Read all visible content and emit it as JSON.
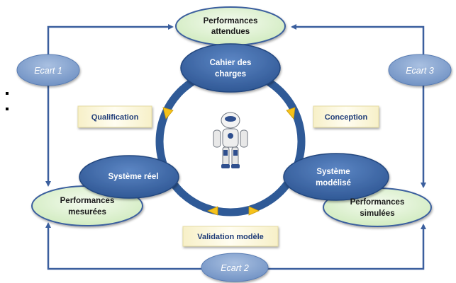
{
  "nodes": {
    "performances_attendues": [
      "Performances",
      "attendues"
    ],
    "performances_mesurees": [
      "Performances",
      "mesurées"
    ],
    "performances_simulees": [
      "Performances",
      "simulées"
    ],
    "cahier_des_charges": [
      "Cahier des",
      "charges"
    ],
    "systeme_reel": [
      "Système réel"
    ],
    "systeme_modelise": [
      "Système",
      "modélisé"
    ]
  },
  "ecarts": {
    "ecart1": "Ecart 1",
    "ecart2": "Ecart 2",
    "ecart3": "Ecart 3"
  },
  "process_labels": {
    "qualification": "Qualification",
    "conception": "Conception",
    "validation": "Validation modèle"
  },
  "colors": {
    "frame_line": "#3b5f9e",
    "cycle_ring": "#2f5a97",
    "green_node": "#e2f4d6",
    "blue_node": "#3d68a8",
    "ecart_node": "#7d9ccb",
    "label_box": "#fbf7dd",
    "arrow_yellow": "#f6c21a"
  }
}
